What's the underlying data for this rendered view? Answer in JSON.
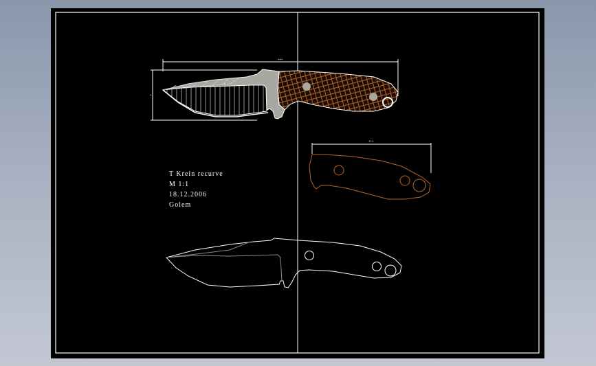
{
  "drawing": {
    "title_block": {
      "name": "T Krein recurve",
      "scale": "M 1:1",
      "date": "18.12.2006",
      "author": "Golem"
    },
    "dimensions": {
      "overall_length": "•••",
      "blade_height": "•",
      "handle_scale_length": "•••"
    },
    "views": [
      {
        "name": "rendered-knife-view",
        "description": "knife with hatched blade and crosshatched handle"
      },
      {
        "name": "handle-scale-view",
        "description": "handle scale outline with three holes"
      },
      {
        "name": "outline-knife-view",
        "description": "knife profile outline"
      }
    ],
    "colors": {
      "background_top": "#8a97ab",
      "background_bottom": "#c2c7d2",
      "sheet": "#000000",
      "line": "#ffffff",
      "handle": "#b8662a",
      "blade_fill": "#a8a8a0",
      "secondary_line": "#8a8a8a"
    }
  }
}
